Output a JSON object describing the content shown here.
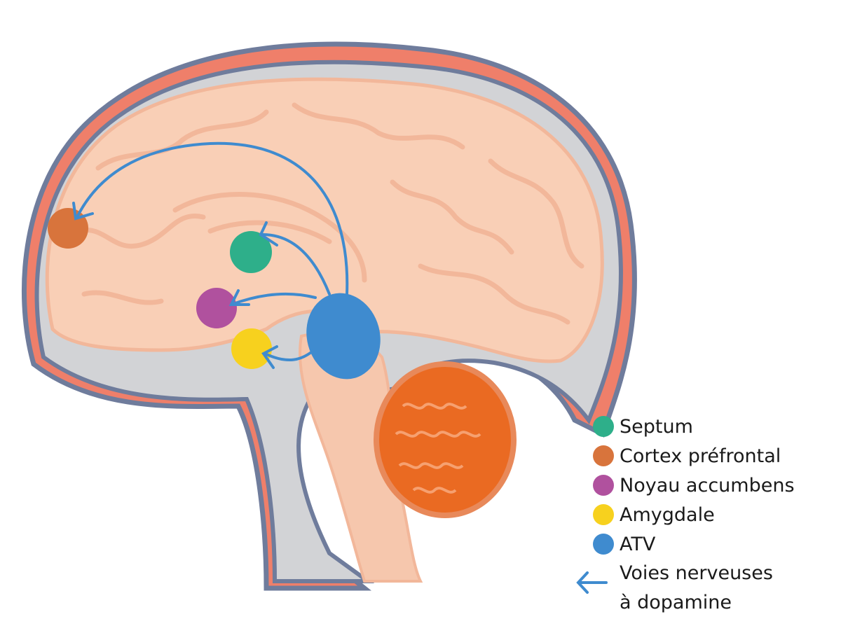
{
  "legend": {
    "items": [
      {
        "label": "Septum",
        "color": "#2eaf8a"
      },
      {
        "label": "Cortex préfrontal",
        "color": "#d8743c"
      },
      {
        "label": "Noyau accumbens",
        "color": "#b0519e"
      },
      {
        "label": "Amygdale",
        "color": "#f7d11e"
      },
      {
        "label": "ATV",
        "color": "#3f8bcf"
      }
    ],
    "pathway": {
      "line1": "Voies nerveuses",
      "line2": "à dopamine",
      "color": "#3f8bcf",
      "icon": "arrow-left-icon"
    }
  },
  "colors": {
    "skull": "#ef7f6a",
    "skull_outline": "#6f7c9c",
    "csf": "#d2d3d6",
    "brain": "#f9cfb6",
    "gyri": "#f2b79a",
    "cerebellum": "#ea6a22",
    "cerebellum_lines": "#f6a070",
    "brainstem": "#f6c7ad"
  }
}
